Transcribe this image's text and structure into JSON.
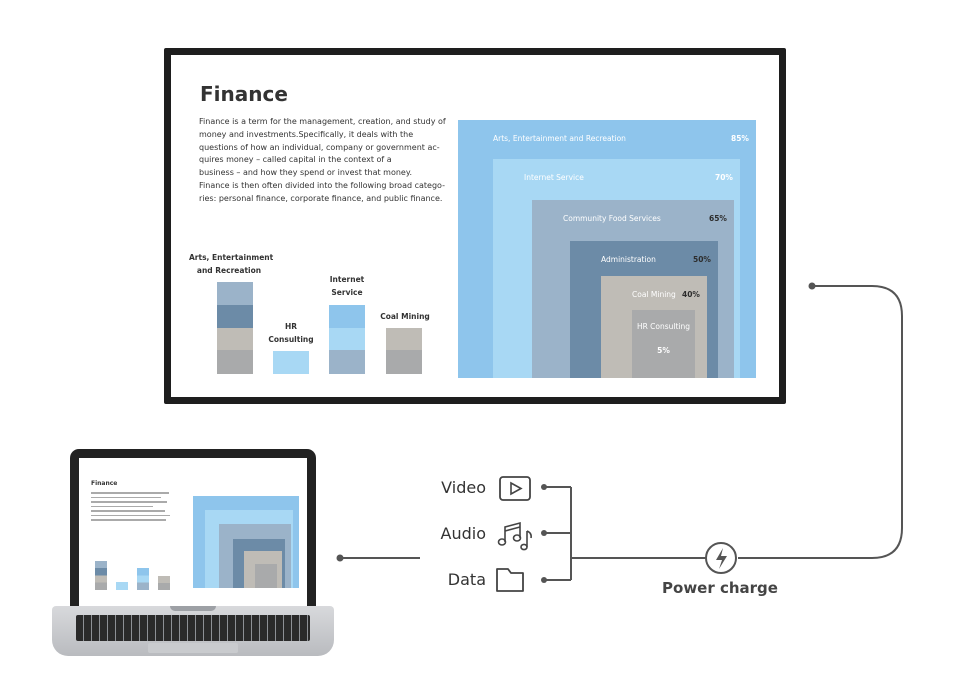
{
  "slide": {
    "title": "Finance",
    "body_lines": [
      "Finance is a term for the management, creation, and study of",
      "money and investments.Specifically, it deals with the",
      "questions of how an individual, company or government ac-",
      "quires money – called capital in the context of a",
      "business – and how they spend or invest that money.",
      "Finance is then often divided into the following broad catego-",
      "ries: personal finance, corporate finance, and public finance."
    ],
    "bar_labels": {
      "arts": [
        "Arts, Entertainment",
        "and Recreation"
      ],
      "hr": [
        "HR",
        "Consulting"
      ],
      "internet": [
        "Internet",
        "Service"
      ],
      "coal": [
        "Coal Mining"
      ]
    }
  },
  "chart_data": {
    "type": "bar",
    "categories": [
      "Arts, Entertainment and Recreation",
      "Internet Service",
      "Community Food Services",
      "Administration",
      "Coal Mining",
      "HR Consulting"
    ],
    "values": [
      85,
      70,
      65,
      50,
      40,
      5
    ],
    "value_suffix": "%",
    "colors": [
      "#8ec5ec",
      "#a8d8f4",
      "#9bb3c9",
      "#6c8ba7",
      "#bfbcb6",
      "#a9aaab"
    ]
  },
  "labels": {
    "video": "Video",
    "audio": "Audio",
    "data": "Data",
    "power": "Power charge"
  },
  "colors": {
    "line": "#555555",
    "monitor_bezel": "#1e1e1e"
  }
}
